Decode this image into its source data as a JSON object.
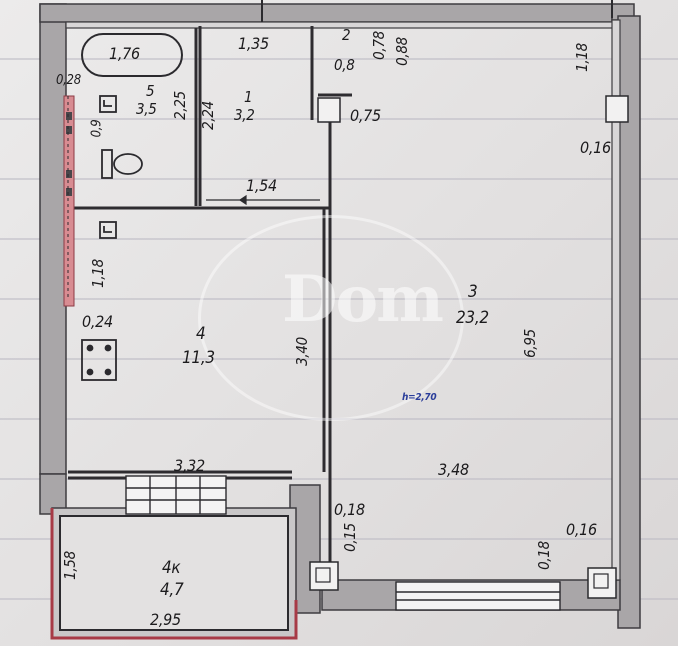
{
  "plan": {
    "watermark": "Dom",
    "height_marker": "h=2,70",
    "bath": "1,76",
    "rooms": [
      {
        "id": "hall",
        "number": "1",
        "area": "3,2"
      },
      {
        "id": "closet",
        "number": "2",
        "area": "0,8"
      },
      {
        "id": "living",
        "number": "3",
        "area": "23,2"
      },
      {
        "id": "kitchen",
        "number": "4",
        "area": "11,3"
      },
      {
        "id": "bathroom",
        "number": "5",
        "area": "3,5"
      },
      {
        "id": "balcony",
        "number": "4к",
        "area": "4,7"
      }
    ],
    "dimensions": {
      "hall_width": "1,35",
      "hall_height": "2,24",
      "closet_side_a": "0,78",
      "closet_side_b": "0,88",
      "closet_width": "0,75",
      "bath_height": "2,25",
      "bath_wall": "0,28",
      "bath_gap": "0,9",
      "corridor_width": "1,54",
      "right_top": "1,18",
      "right_wall": "0,16",
      "living_height": "6,95",
      "kitchen_height": "3,40",
      "living_width": "3,48",
      "kitchen_width": "3,32",
      "kitchen_side": "1,18",
      "kitchen_wall": "0,24",
      "col_left_a": "0,18",
      "col_left_b": "0,15",
      "col_right_a": "0,18",
      "col_right_b": "0,16",
      "balcony_height": "1,58",
      "balcony_width": "2,95"
    }
  }
}
